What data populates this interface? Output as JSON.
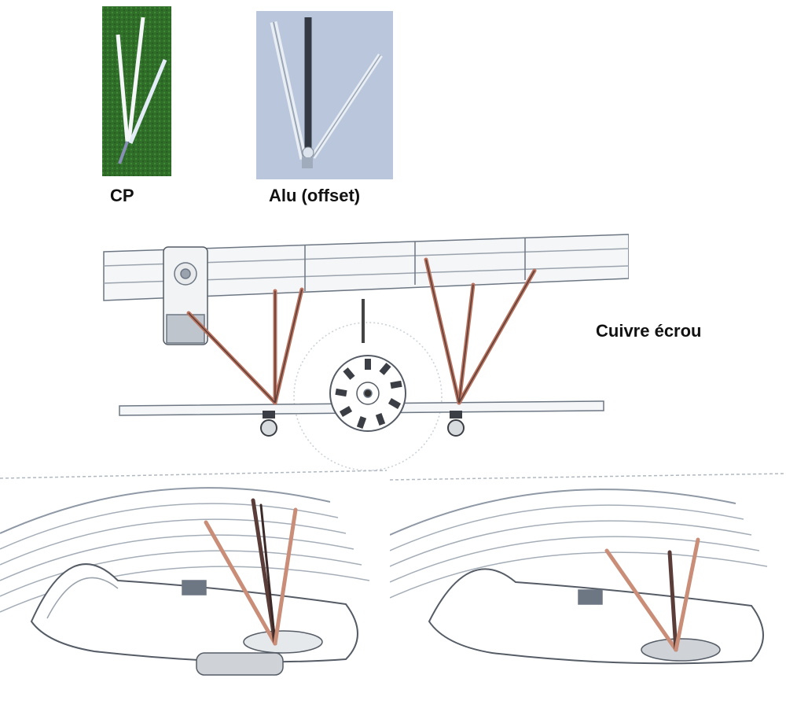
{
  "labels": {
    "cp": "CP",
    "alu": "Alu (offset)",
    "cuivre": "Cuivre écrou"
  },
  "colors": {
    "grass": "#2e6e2a",
    "steel_blue_bg": "#b9c6dc",
    "copper": "#b9735e",
    "dark_strut": "#5a3d38",
    "line_gray": "#8f99a6"
  },
  "panels": {
    "cp_photo": "green-grass-photo-with-white-struts",
    "alu_photo": "blue-photo-with-aluminium-struts",
    "front_view": "biplane-front-view-drawing",
    "side_view_left": "biplane-side-view-drawing-1",
    "side_view_right": "biplane-side-view-drawing-2"
  }
}
